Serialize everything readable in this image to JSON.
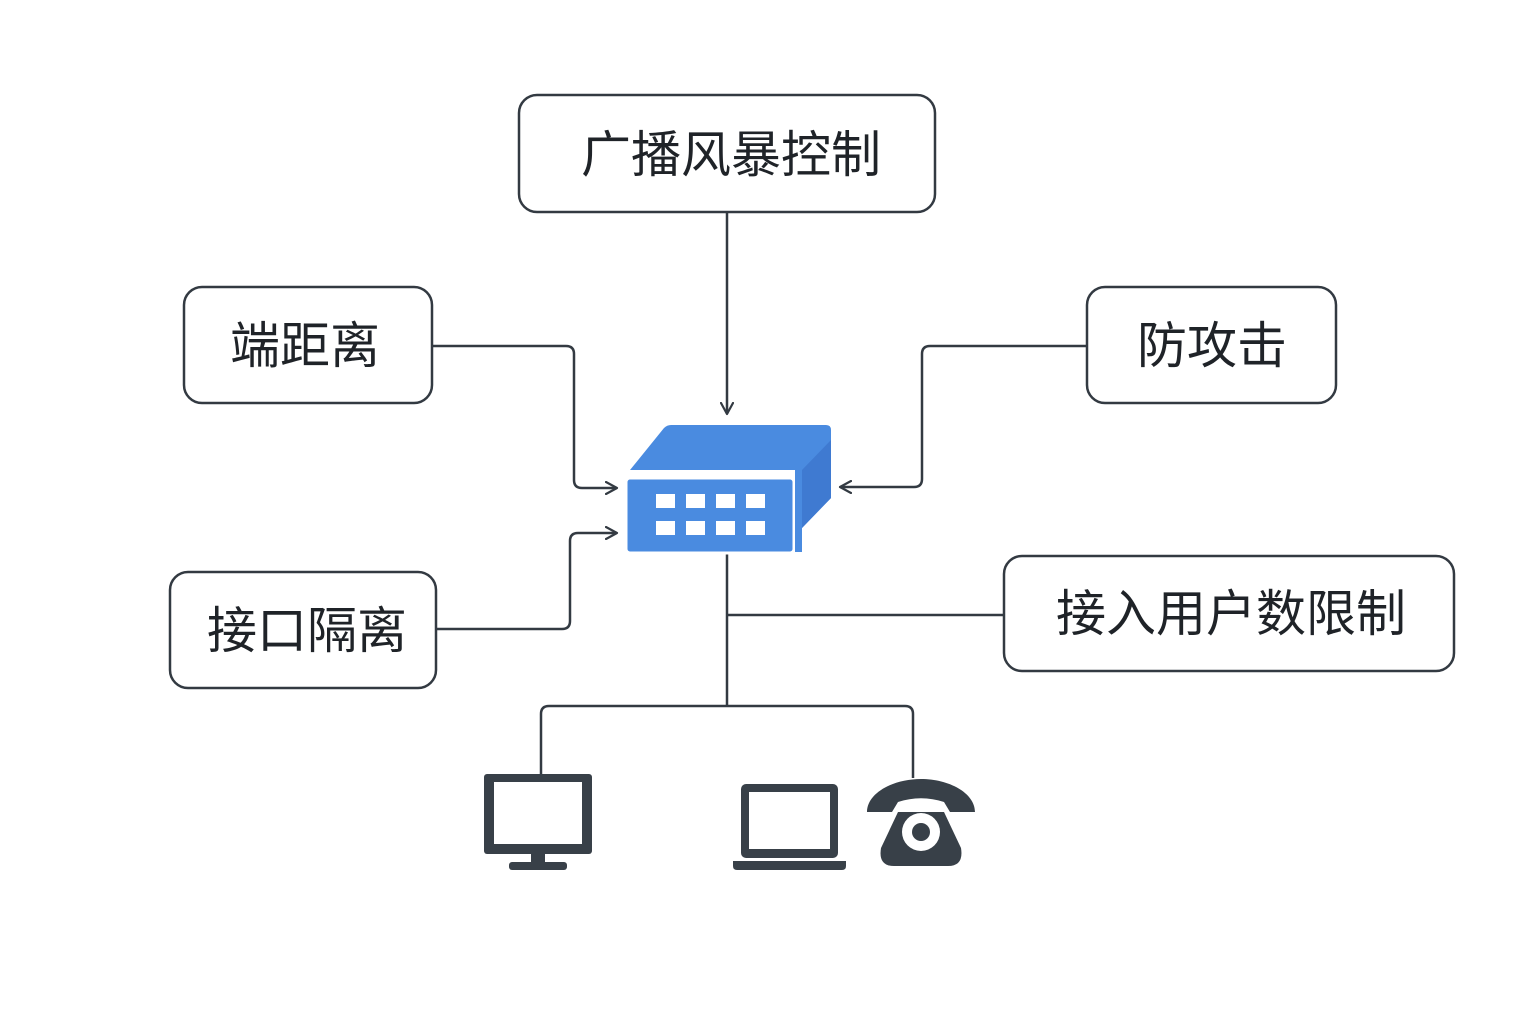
{
  "boxes": {
    "broadcast_storm_control": "广播风暴控制",
    "port_distance": "端距离",
    "anti_attack": "防攻击",
    "interface_isolation": "接口隔离",
    "access_user_limit": "接入用户数限制"
  },
  "icons": {
    "center": "network-switch-icon",
    "endpoints": [
      "desktop-monitor-icon",
      "laptop-icon",
      "telephone-icon"
    ]
  },
  "colors": {
    "switch_face": "#4a8be0",
    "switch_side": "#3f7ad1",
    "line": "#333a42",
    "device": "#384048"
  }
}
